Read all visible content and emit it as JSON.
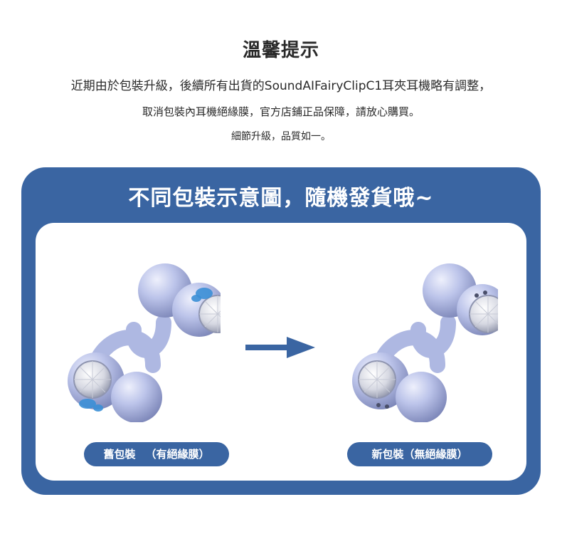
{
  "notice": {
    "title": "溫馨提示",
    "line1": "近期由於包裝升級，後續所有出貨的SoundAIFairyClipC1耳夾耳機略有調整，",
    "line2": "取消包裝內耳機絕緣膜，官方店鋪正品保障，請放心購買。",
    "line3": "細節升級，品質如一。"
  },
  "panel": {
    "heading": "不同包裝示意圖，隨機發貨哦~",
    "old_package": {
      "name": "舊包裝",
      "note": "（有絕緣膜）"
    },
    "new_package": {
      "name": "新包裝",
      "note": "（無絕緣膜）"
    }
  },
  "colors": {
    "panel_blue": "#3a65a2",
    "earbud_lavender": "#b8c2ea",
    "film_blue": "#3b8fd6"
  },
  "icons": [
    "right-arrow-icon",
    "earbuds-image"
  ]
}
